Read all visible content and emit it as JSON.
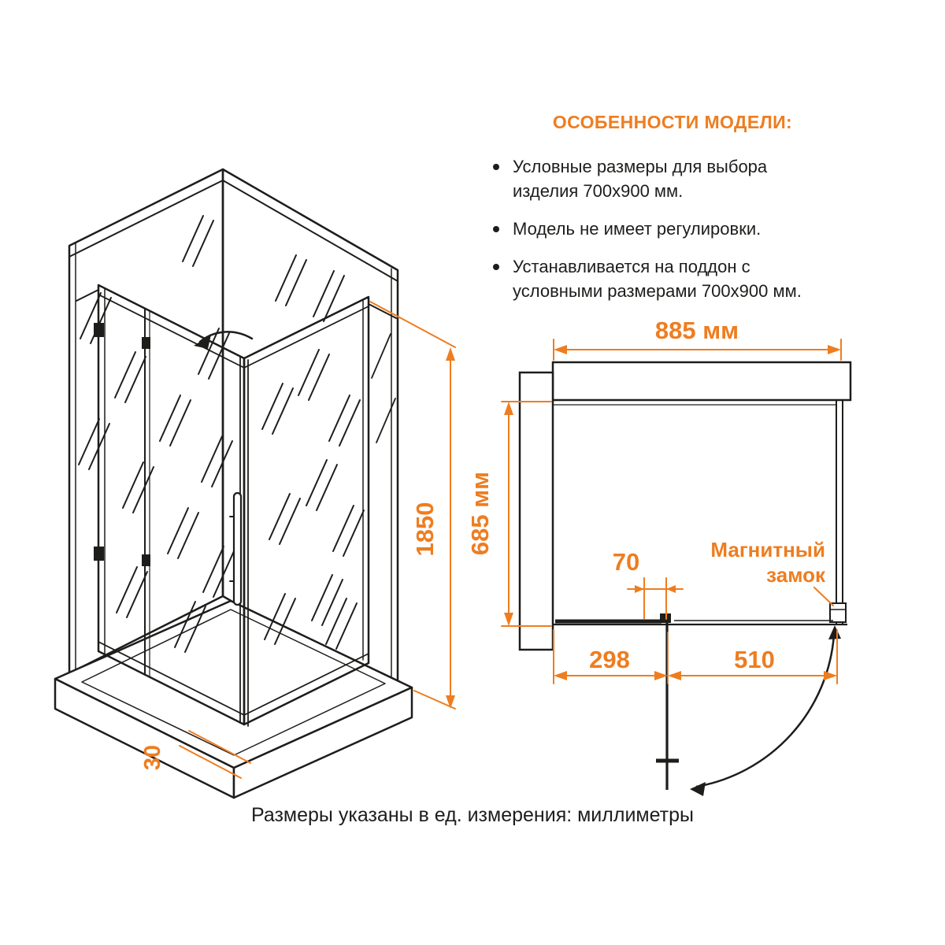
{
  "colors": {
    "accent": "#EE7D20",
    "ink": "#1D1D1B"
  },
  "features": {
    "title": "ОСОБЕННОСТИ МОДЕЛИ:",
    "items": [
      [
        "Условные размеры для выбора",
        "изделия 700x900 мм."
      ],
      [
        "Модель не имеет регулировки.",
        ""
      ],
      [
        "Устанавливается на поддон с",
        "условными размерами 700x900 мм."
      ]
    ]
  },
  "iso": {
    "height_label": "1850",
    "tray_label": "30"
  },
  "plan": {
    "width_label": "885 мм",
    "depth_label": "685 мм",
    "offset_label": "70",
    "fixed_label": "298",
    "door_label": "510",
    "lock_line1": "Магнитный",
    "lock_line2": "замок"
  },
  "footer": "Размеры указаны в ед. измерения: миллиметры"
}
